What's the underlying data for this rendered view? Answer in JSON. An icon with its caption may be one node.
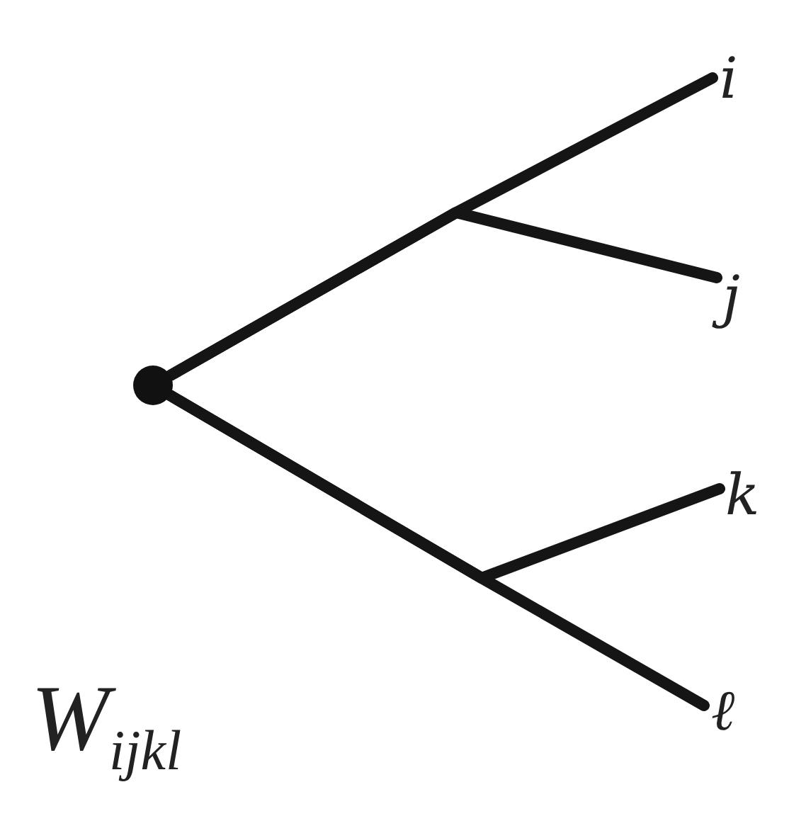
{
  "diagram": {
    "title": "W$_{ijkl}$",
    "nodes": [
      {
        "text": [],
        "shape": "circle"
      },
      {
        "text": [
          "i"
        ]
      },
      {
        "text": [
          "j"
        ]
      },
      {
        "text": [
          "k"
        ]
      },
      {
        "text": [
          "ℓ"
        ]
      }
    ],
    "edges": [
      {
        "from": 0,
        "to": 1,
        "arrow": "none"
      },
      {
        "from": 0,
        "to": 2,
        "arrow": "none"
      },
      {
        "from": 0,
        "to": 3,
        "arrow": "none"
      },
      {
        "from": 0,
        "to": 4,
        "arrow": "none"
      }
    ]
  }
}
